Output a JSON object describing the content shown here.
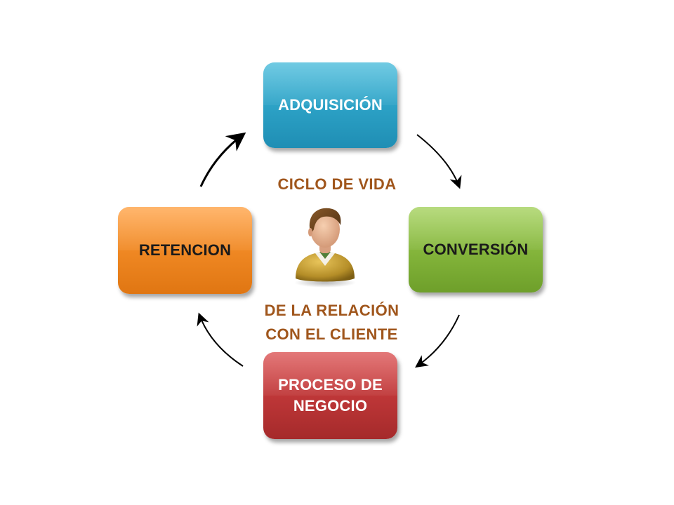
{
  "stages": {
    "adquisicion": {
      "label": "ADQUISICIÓN",
      "color_top": "#3ab6d8",
      "color_bottom": "#1f8eb4",
      "text_color": "#ffffff"
    },
    "conversion": {
      "label": "CONVERSIÓN",
      "color_top": "#9ccd4e",
      "color_bottom": "#6e9f2a",
      "text_color": "#1a1a1a"
    },
    "proceso": {
      "label_line1": "PROCESO DE",
      "label_line2": "NEGOCIO",
      "color_top": "#d84445",
      "color_bottom": "#a52a2b",
      "text_color": "#ffffff"
    },
    "retencion": {
      "label": "RETENCION",
      "color_top": "#ff9a35",
      "color_bottom": "#e07612",
      "text_color": "#1a1a1a"
    }
  },
  "center": {
    "line1": "CICLO DE VIDA",
    "line2": "DE LA RELACIÓN",
    "line3": "CON EL CLIENTE",
    "text_color": "#a0561c"
  },
  "icons": {
    "center": "person-icon",
    "cycle": "curved-arrow-icon"
  }
}
